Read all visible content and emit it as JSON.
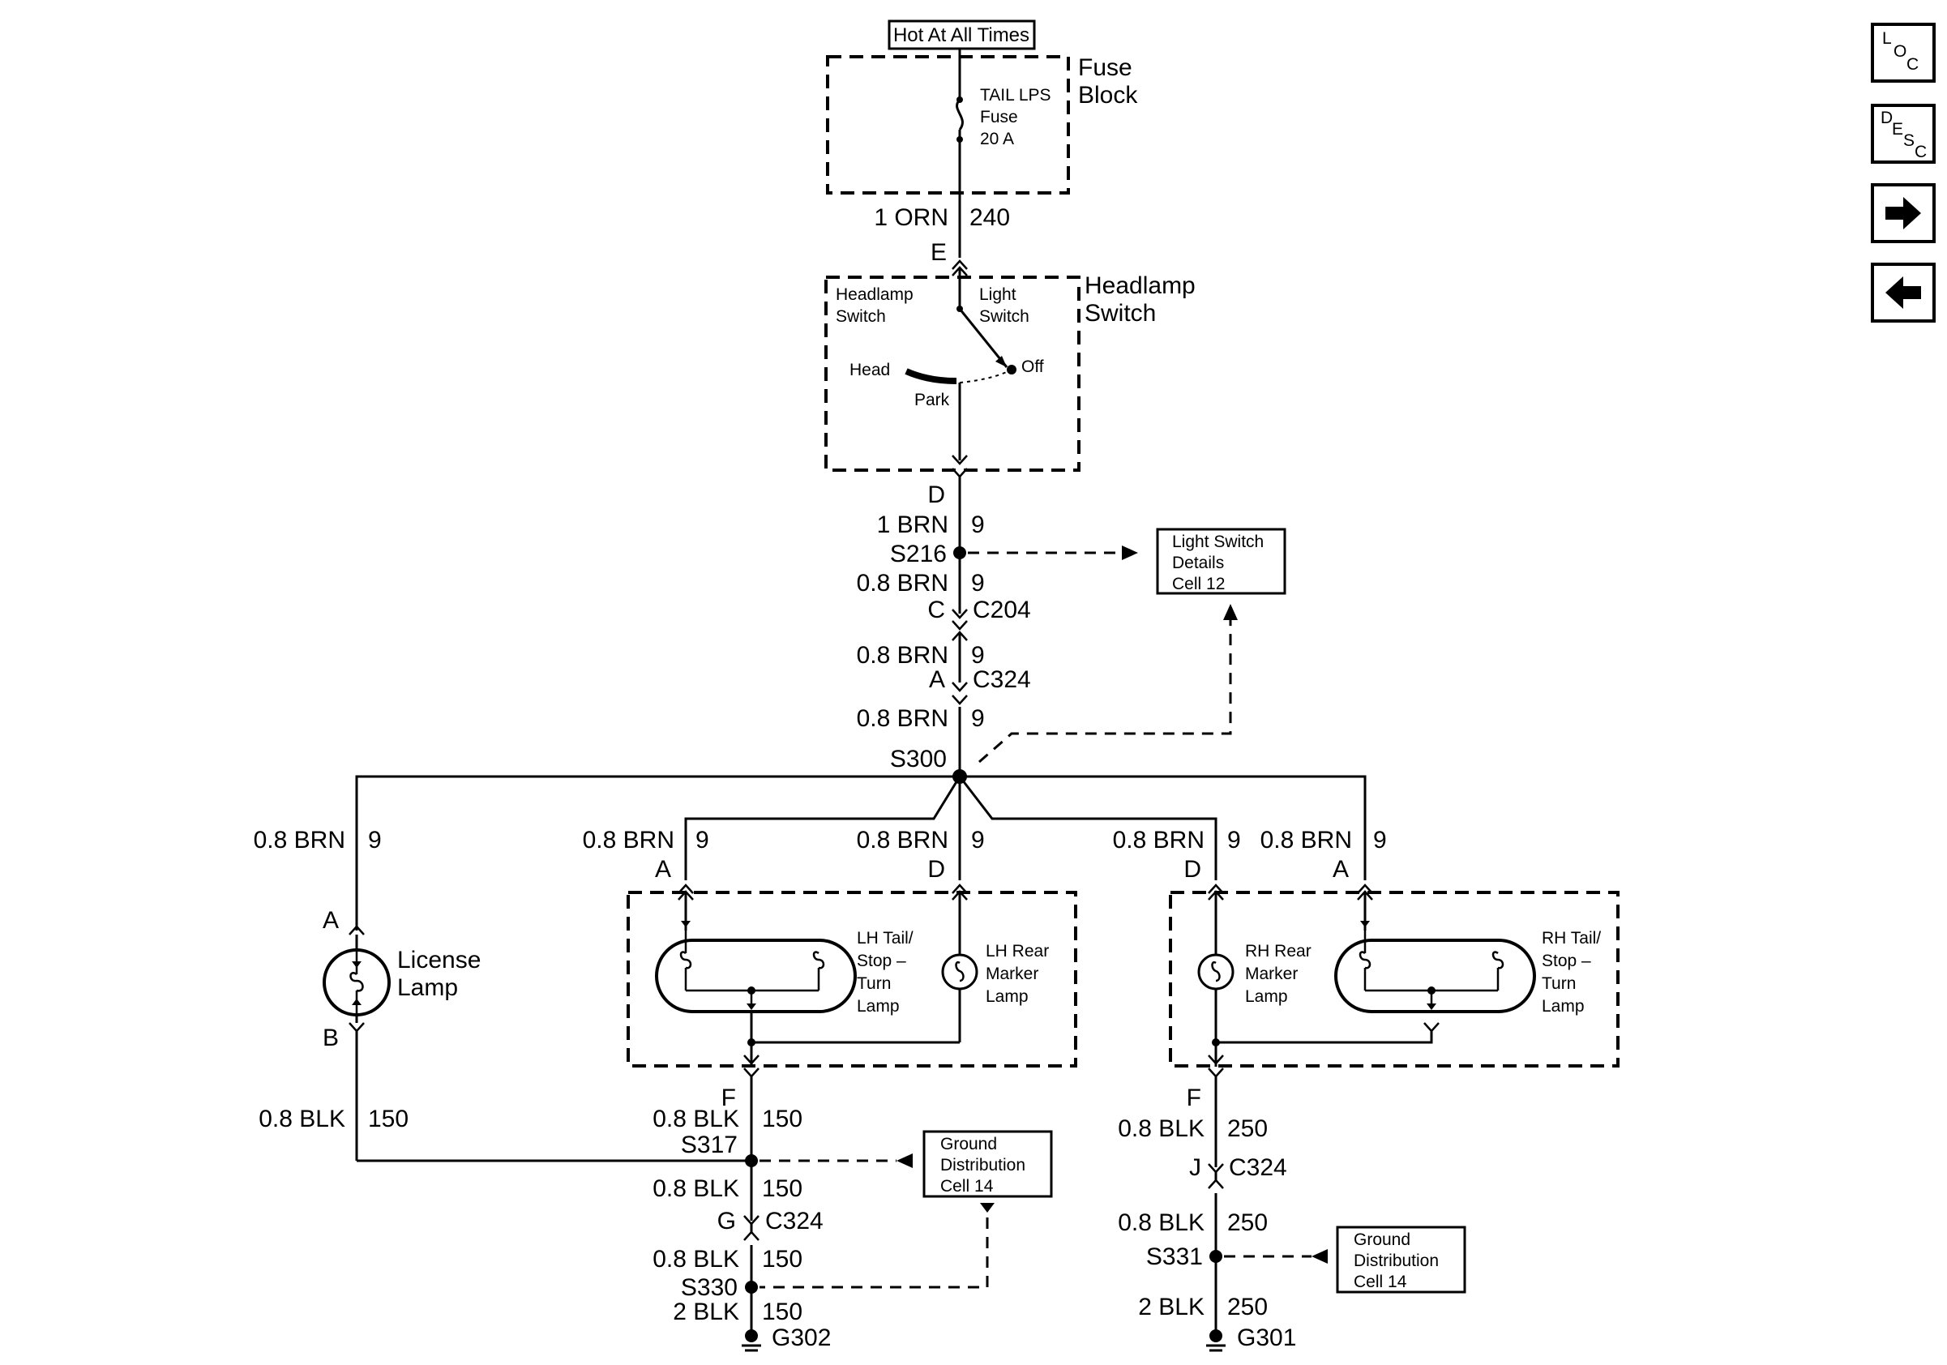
{
  "power": {
    "label": "Hot At All Times"
  },
  "fuse_block": {
    "title_line1": "Fuse",
    "title_line2": "Block",
    "fuse_line1": "TAIL LPS",
    "fuse_line2": "Fuse",
    "fuse_line3": "20 A"
  },
  "wire_1orn": {
    "gauge": "1 ORN",
    "circuit": "240",
    "pin": "E"
  },
  "headlamp_switch": {
    "title_line1": "Headlamp",
    "title_line2": "Switch",
    "inner_line1": "Headlamp",
    "inner_line2": "Switch",
    "light_line1": "Light",
    "light_line2": "Switch",
    "head": "Head",
    "off": "Off",
    "park": "Park",
    "pin_out": "D"
  },
  "trunk": {
    "w1": "1 BRN",
    "c1": "9",
    "splice1": "S216",
    "w2": "0.8 BRN",
    "c2": "9",
    "pin_c": "C",
    "conn_c": "C204",
    "w3": "0.8 BRN",
    "c3": "9",
    "pin_a": "A",
    "conn_a": "C324",
    "w4": "0.8 BRN",
    "c4": "9",
    "splice2": "S300"
  },
  "light_switch_details": {
    "line1": "Light Switch",
    "line2": "Details",
    "line3": "Cell 12"
  },
  "branches": {
    "license": {
      "wire": "0.8 BRN",
      "circuit": "9",
      "pin_top": "A",
      "pin_bottom": "B",
      "name_line1": "License",
      "name_line2": "Lamp"
    },
    "lh_tail": {
      "wire": "0.8 BRN",
      "circuit": "9",
      "pin": "A"
    },
    "lh_marker": {
      "wire": "0.8 BRN",
      "circuit": "9",
      "pin": "D"
    },
    "rh_marker": {
      "wire": "0.8 BRN",
      "circuit": "9",
      "pin": "D"
    },
    "rh_tail": {
      "wire": "0.8 BRN",
      "circuit": "9",
      "pin": "A"
    }
  },
  "lh_assembly": {
    "tail_line1": "LH Tail/",
    "tail_line2": "Stop –",
    "tail_line3": "Turn",
    "tail_line4": "Lamp",
    "marker_line1": "LH Rear",
    "marker_line2": "Marker",
    "marker_line3": "Lamp"
  },
  "rh_assembly": {
    "marker_line1": "RH Rear",
    "marker_line2": "Marker",
    "marker_line3": "Lamp",
    "tail_line1": "RH Tail/",
    "tail_line2": "Stop –",
    "tail_line3": "Turn",
    "tail_line4": "Lamp"
  },
  "ground_lh": {
    "pin_f": "F",
    "license_wire": "0.8 BLK",
    "license_circuit": "150",
    "w1": "0.8 BLK",
    "c1": "150",
    "splice1": "S317",
    "w2": "0.8 BLK",
    "c2": "150",
    "pin_g": "G",
    "conn": "C324",
    "w3": "0.8 BLK",
    "c3": "150",
    "splice2": "S330",
    "w4": "2 BLK",
    "c4": "150",
    "ground": "G302"
  },
  "ground_dist_1": {
    "line1": "Ground",
    "line2": "Distribution",
    "line3": "Cell 14"
  },
  "ground_rh": {
    "pin_f": "F",
    "w1": "0.8 BLK",
    "c1": "250",
    "pin_j": "J",
    "conn": "C324",
    "w2": "0.8 BLK",
    "c2": "250",
    "splice": "S331",
    "w3": "2 BLK",
    "c3": "250",
    "ground": "G301"
  },
  "ground_dist_2": {
    "line1": "Ground",
    "line2": "Distribution",
    "line3": "Cell 14"
  },
  "nav": {
    "loc": {
      "l": "L",
      "o": "O",
      "c": "C"
    },
    "desc": {
      "d": "D",
      "e": "E",
      "s": "S",
      "c": "C"
    },
    "next_icon": "arrow-right-icon",
    "prev_icon": "arrow-left-icon"
  }
}
